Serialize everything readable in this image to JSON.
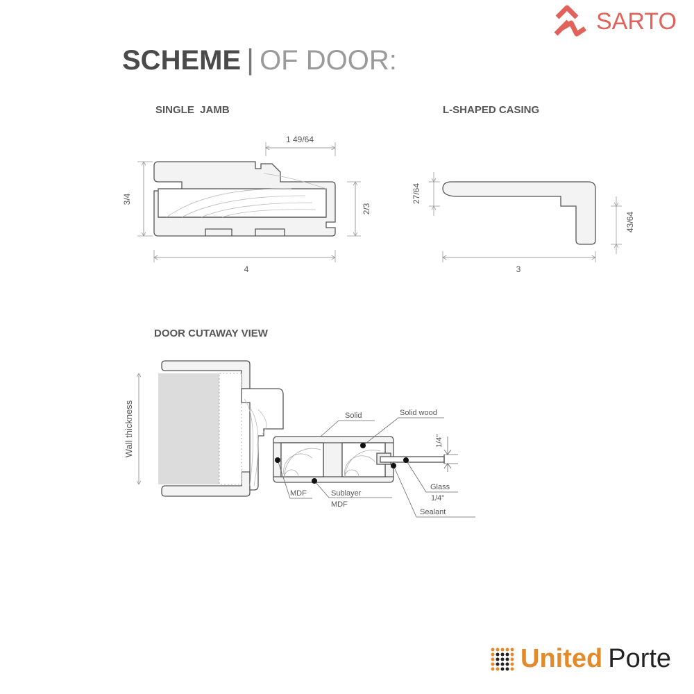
{
  "brand": {
    "sarto": "SARTO",
    "united": "United",
    "porte": "Porte",
    "sarto_color": "#e0625a",
    "united_color": "#e38a2b"
  },
  "title": {
    "bold": "SCHEME",
    "separator": "|",
    "light": "OF DOOR:"
  },
  "single_jamb": {
    "heading": "SINGLE  JAMB",
    "dim_top": "1 49/64",
    "dim_left": "3/4",
    "dim_right": "2/3",
    "dim_bottom": "4"
  },
  "l_casing": {
    "heading": "L-SHAPED CASING",
    "dim_left": "27/64",
    "dim_right": "43/64",
    "dim_bottom": "3"
  },
  "cutaway": {
    "heading": "DOOR CUTAWAY VIEW",
    "wall_thickness": "Wall thickness",
    "labels": {
      "solid": "Solid",
      "solid_wood": "Solid wood",
      "glass_dim": "1/4\"",
      "mdf": "MDF",
      "sublayer": "Sublayer",
      "sublayer_mdf": "MDF",
      "glass": "Glass",
      "glass_thickness": "1/4\"",
      "sealant": "Sealant"
    }
  }
}
